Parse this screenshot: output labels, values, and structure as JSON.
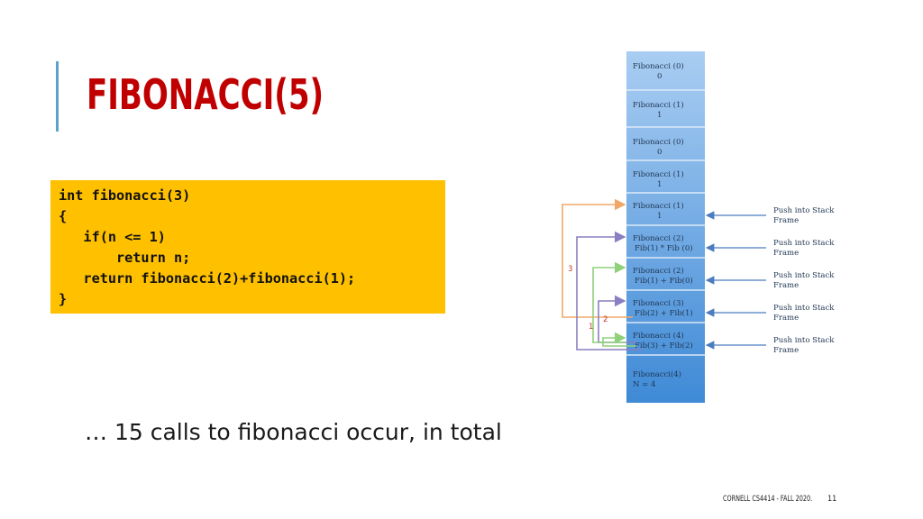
{
  "slide": {
    "title": "FIBONACCI(5)",
    "code_lines": [
      "int fibonacci(3)",
      "{",
      "   if(n <= 1)",
      "       return n;",
      "   return fibonacci(2)+fibonacci(1);",
      "}"
    ],
    "caption": "… 15 calls to fibonacci occur, in total",
    "footer": {
      "course": "CORNELL CS4414 - FALL 2020.",
      "page": "11"
    }
  },
  "diagram": {
    "frames": [
      {
        "title": "Fibonacci (0)",
        "line2": "0",
        "line2_centered": true
      },
      {
        "title": "Fibonacci (1)",
        "line2": "1",
        "line2_centered": true
      },
      {
        "title": "Fibonacci (0)",
        "line2": "0",
        "line2_centered": true
      },
      {
        "title": "Fibonacci (1)",
        "line2": "1",
        "line2_centered": true
      },
      {
        "title": "Fibonacci (1)",
        "line2": "1",
        "line2_centered": true
      },
      {
        "title": "Fibonacci (2)",
        "line2": "Fib(1) * Fib (0)",
        "line2_centered": false
      },
      {
        "title": "Fibonacci (2)",
        "line2": "Fib(1) + Fib(0)",
        "line2_centered": false
      },
      {
        "title": "Fibonacci (3)",
        "line2": "Fib(2) + Fib(1)",
        "line2_centered": false
      },
      {
        "title": "Fibonacci (4)",
        "line2": "Fib(3) + Fib(2)",
        "line2_centered": false
      },
      {
        "title": "Fibonacci(4)",
        "line2": "N = 4",
        "line2_centered": false
      }
    ],
    "push_labels": [
      {
        "line1": "Push into Stack",
        "line2": "Frame"
      },
      {
        "line1": "Push into Stack",
        "line2": "Frame"
      },
      {
        "line1": "Push into Stack",
        "line2": "Frame"
      },
      {
        "line1": "Push into Stack",
        "line2": "Frame"
      },
      {
        "line1": "Push into Stack",
        "line2": "Frame"
      }
    ],
    "number_labels": [
      "3",
      "2",
      "1"
    ],
    "colors": {
      "stack_top": "#a9cdf2",
      "stack_bottom": "#3f8ad6",
      "orange": "#f0a868",
      "purple": "#8a7fc0",
      "green": "#8fd07a",
      "arrow": "#4a7cc0"
    }
  }
}
